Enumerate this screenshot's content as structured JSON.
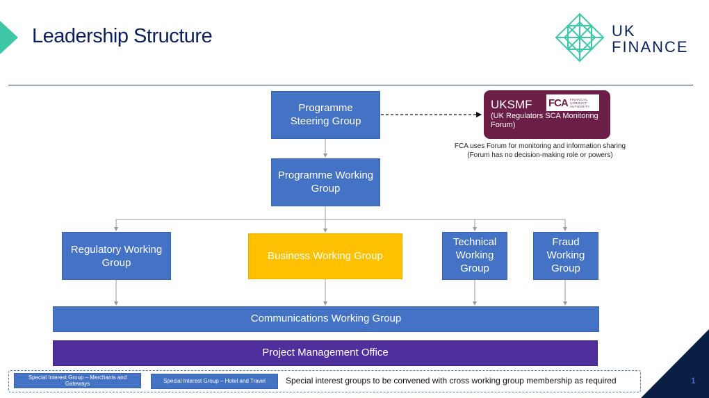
{
  "header": {
    "title": "Leadership Structure",
    "logo": {
      "line1": "UK",
      "line2": "FINANCE",
      "mark_color": "#3cc7a6"
    }
  },
  "nodes": {
    "steering": "Programme Steering Group",
    "working": "Programme Working Group",
    "regulatory": "Regulatory Working Group",
    "business": "Business Working Group",
    "technical": "Technical Working Group",
    "fraud": "Fraud Working Group",
    "communications": "Communications Working Group",
    "pmo": "Project Management Office"
  },
  "uksmf": {
    "title": "UKSMF",
    "subtitle": "(UK Regulators SCA Monitoring Forum)",
    "logo_text": "FCA",
    "logo_small": "FINANCIAL CONDUCT AUTHORITY",
    "note_line1": "FCA uses Forum for monitoring and information sharing",
    "note_line2": "(Forum has no decision-making role or powers)"
  },
  "special_interest": {
    "group1": "Special Interest Group – Merchants and Gateways",
    "group2": "Special Interest Group – Hotel and Travel",
    "note": "Special interest groups to be convened with cross working group membership as required"
  },
  "footer": {
    "page_number": "1"
  },
  "colors": {
    "box_blue": "#4472c4",
    "box_gold": "#ffc000",
    "box_purple": "#4f2f9b",
    "forum_maroon": "#6b1e46",
    "title_navy": "#0b1f5c",
    "accent_teal": "#3cc7a6"
  }
}
